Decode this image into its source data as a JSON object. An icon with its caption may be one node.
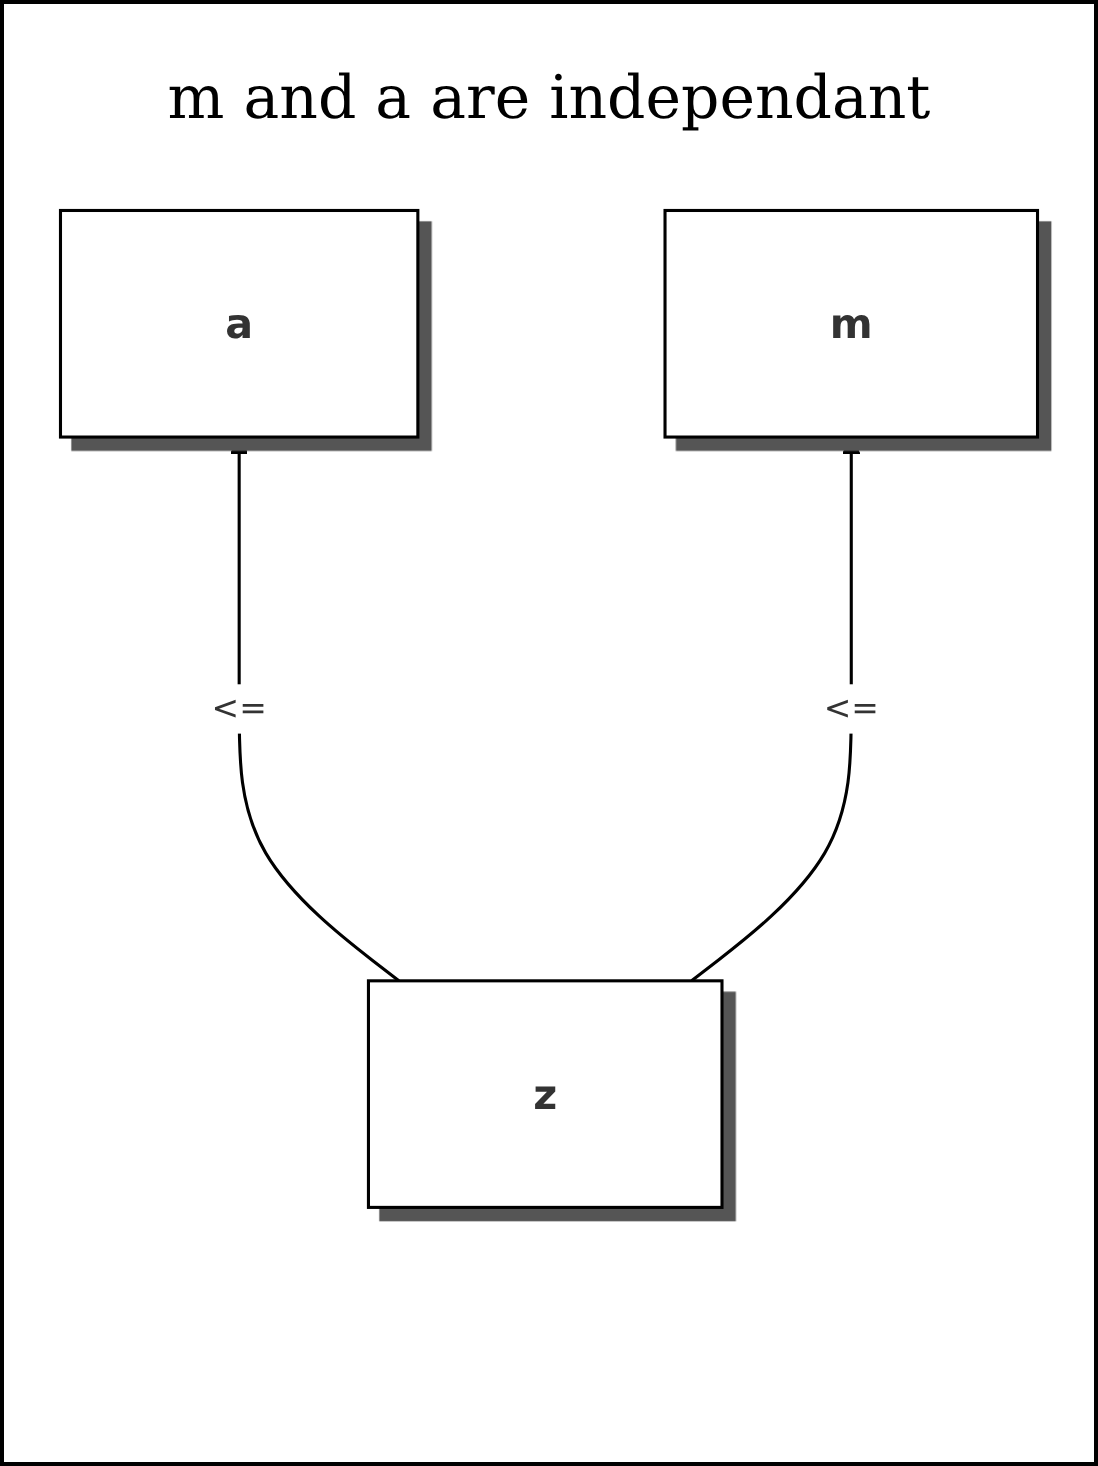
{
  "diagram": {
    "title": "m and a are independant",
    "nodes": [
      {
        "text": [
          "a"
        ]
      },
      {
        "text": [
          "m"
        ]
      },
      {
        "text": [
          "z"
        ]
      }
    ],
    "edges": [
      {
        "from": 2,
        "to": 0,
        "arrow": "to",
        "label": "<="
      },
      {
        "from": 2,
        "to": 1,
        "arrow": "to",
        "label": "<="
      }
    ]
  }
}
